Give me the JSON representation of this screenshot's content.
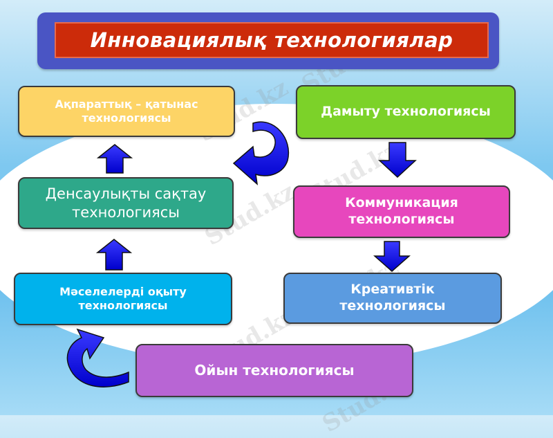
{
  "title": "Инновациялық технологиялар",
  "boxes": {
    "akparattyk": "Ақпараттық – қатынас технологиясы",
    "damytu": "Дамыту технологиясы",
    "densaulyk": "Денсаулықты сақтау технологиясы",
    "kommunikacia": "Коммуникация технологиясы",
    "maseleler": "Мәселелерді оқыту технологиясы",
    "kreativtik": "Креативтік технологиясы",
    "oiyn": "Ойын технологиясы"
  },
  "box_lines": {
    "akparattyk": [
      "Ақпараттық – қатынас",
      "технологиясы"
    ],
    "densaulyk": [
      "Денсаулықты сақтау",
      "технологиясы"
    ],
    "kommunikacia": [
      "Коммуникация",
      "технологиясы"
    ],
    "maseleler": [
      "Мәселелерді оқыту",
      "технологиясы"
    ],
    "kreativtik": [
      "Креативтік",
      "технологиясы"
    ]
  },
  "watermark": "Stud.kz",
  "colors": {
    "title_frame": "#4a55c4",
    "title_bar": "#cc2b0a",
    "arrow": "#1a1ae6"
  }
}
